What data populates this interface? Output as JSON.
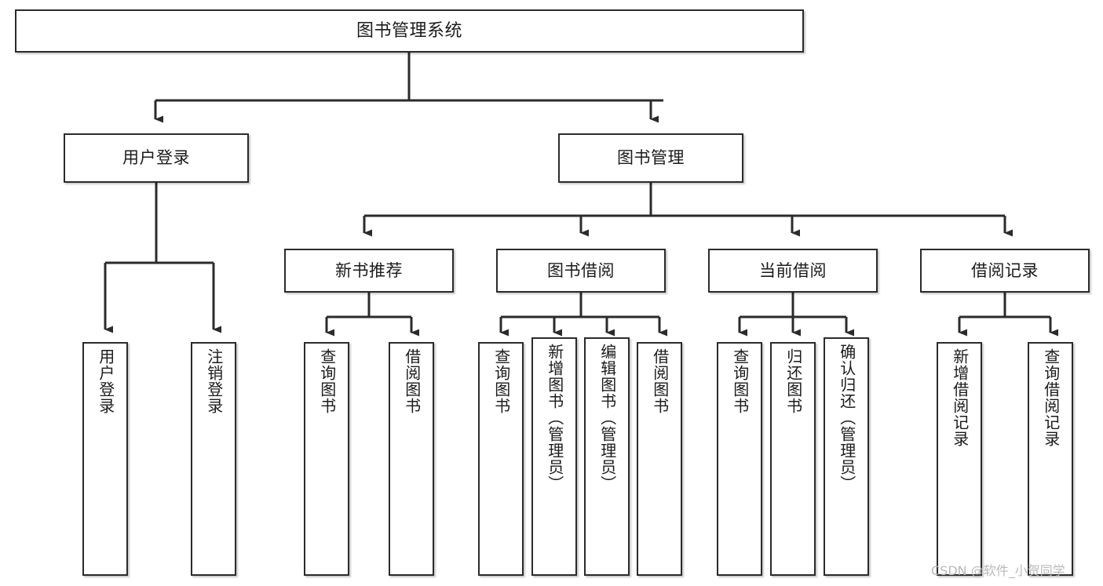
{
  "diagram": {
    "title": "图书管理系统",
    "type": "tree-hierarchy-chart",
    "orientation": "top-down",
    "root": {
      "id": "root",
      "label": "图书管理系统"
    },
    "level1": [
      {
        "id": "user-login",
        "label": "用户登录"
      },
      {
        "id": "book-management",
        "label": "图书管理"
      }
    ],
    "level2": [
      {
        "id": "new-book-recommend",
        "label": "新书推荐",
        "parent": "book-management"
      },
      {
        "id": "book-borrow",
        "label": "图书借阅",
        "parent": "book-management"
      },
      {
        "id": "current-borrow",
        "label": "当前借阅",
        "parent": "book-management"
      },
      {
        "id": "borrow-record",
        "label": "借阅记录",
        "parent": "book-management"
      }
    ],
    "leaves": [
      {
        "id": "leaf-user-login",
        "label": "用户登录",
        "parent": "user-login"
      },
      {
        "id": "leaf-logout",
        "label": "注销登录",
        "parent": "user-login"
      },
      {
        "id": "leaf-query-book-1",
        "label": "查询图书",
        "parent": "new-book-recommend"
      },
      {
        "id": "leaf-borrow-book-1",
        "label": "借阅图书",
        "parent": "new-book-recommend"
      },
      {
        "id": "leaf-query-book-2",
        "label": "查询图书",
        "parent": "book-borrow"
      },
      {
        "id": "leaf-add-book",
        "label": "新增图书（管理员）",
        "parent": "book-borrow"
      },
      {
        "id": "leaf-edit-book",
        "label": "编辑图书（管理员）",
        "parent": "book-borrow"
      },
      {
        "id": "leaf-borrow-book-2",
        "label": "借阅图书",
        "parent": "book-borrow"
      },
      {
        "id": "leaf-query-book-3",
        "label": "查询图书",
        "parent": "current-borrow"
      },
      {
        "id": "leaf-return-book",
        "label": "归还图书",
        "parent": "current-borrow"
      },
      {
        "id": "leaf-confirm-return",
        "label": "确认归还（管理员）",
        "parent": "current-borrow"
      },
      {
        "id": "leaf-add-record",
        "label": "新增借阅记录",
        "parent": "borrow-record"
      },
      {
        "id": "leaf-query-record",
        "label": "查询借阅记录",
        "parent": "borrow-record"
      }
    ],
    "colors": {
      "border": "#2b2b2b",
      "background": "#ffffff",
      "text": "#1b1b1b",
      "edge": "#2b2b2b",
      "watermark": "#b9b9b9"
    }
  },
  "watermark": {
    "text": "CSDN @软件_小贺同学"
  }
}
